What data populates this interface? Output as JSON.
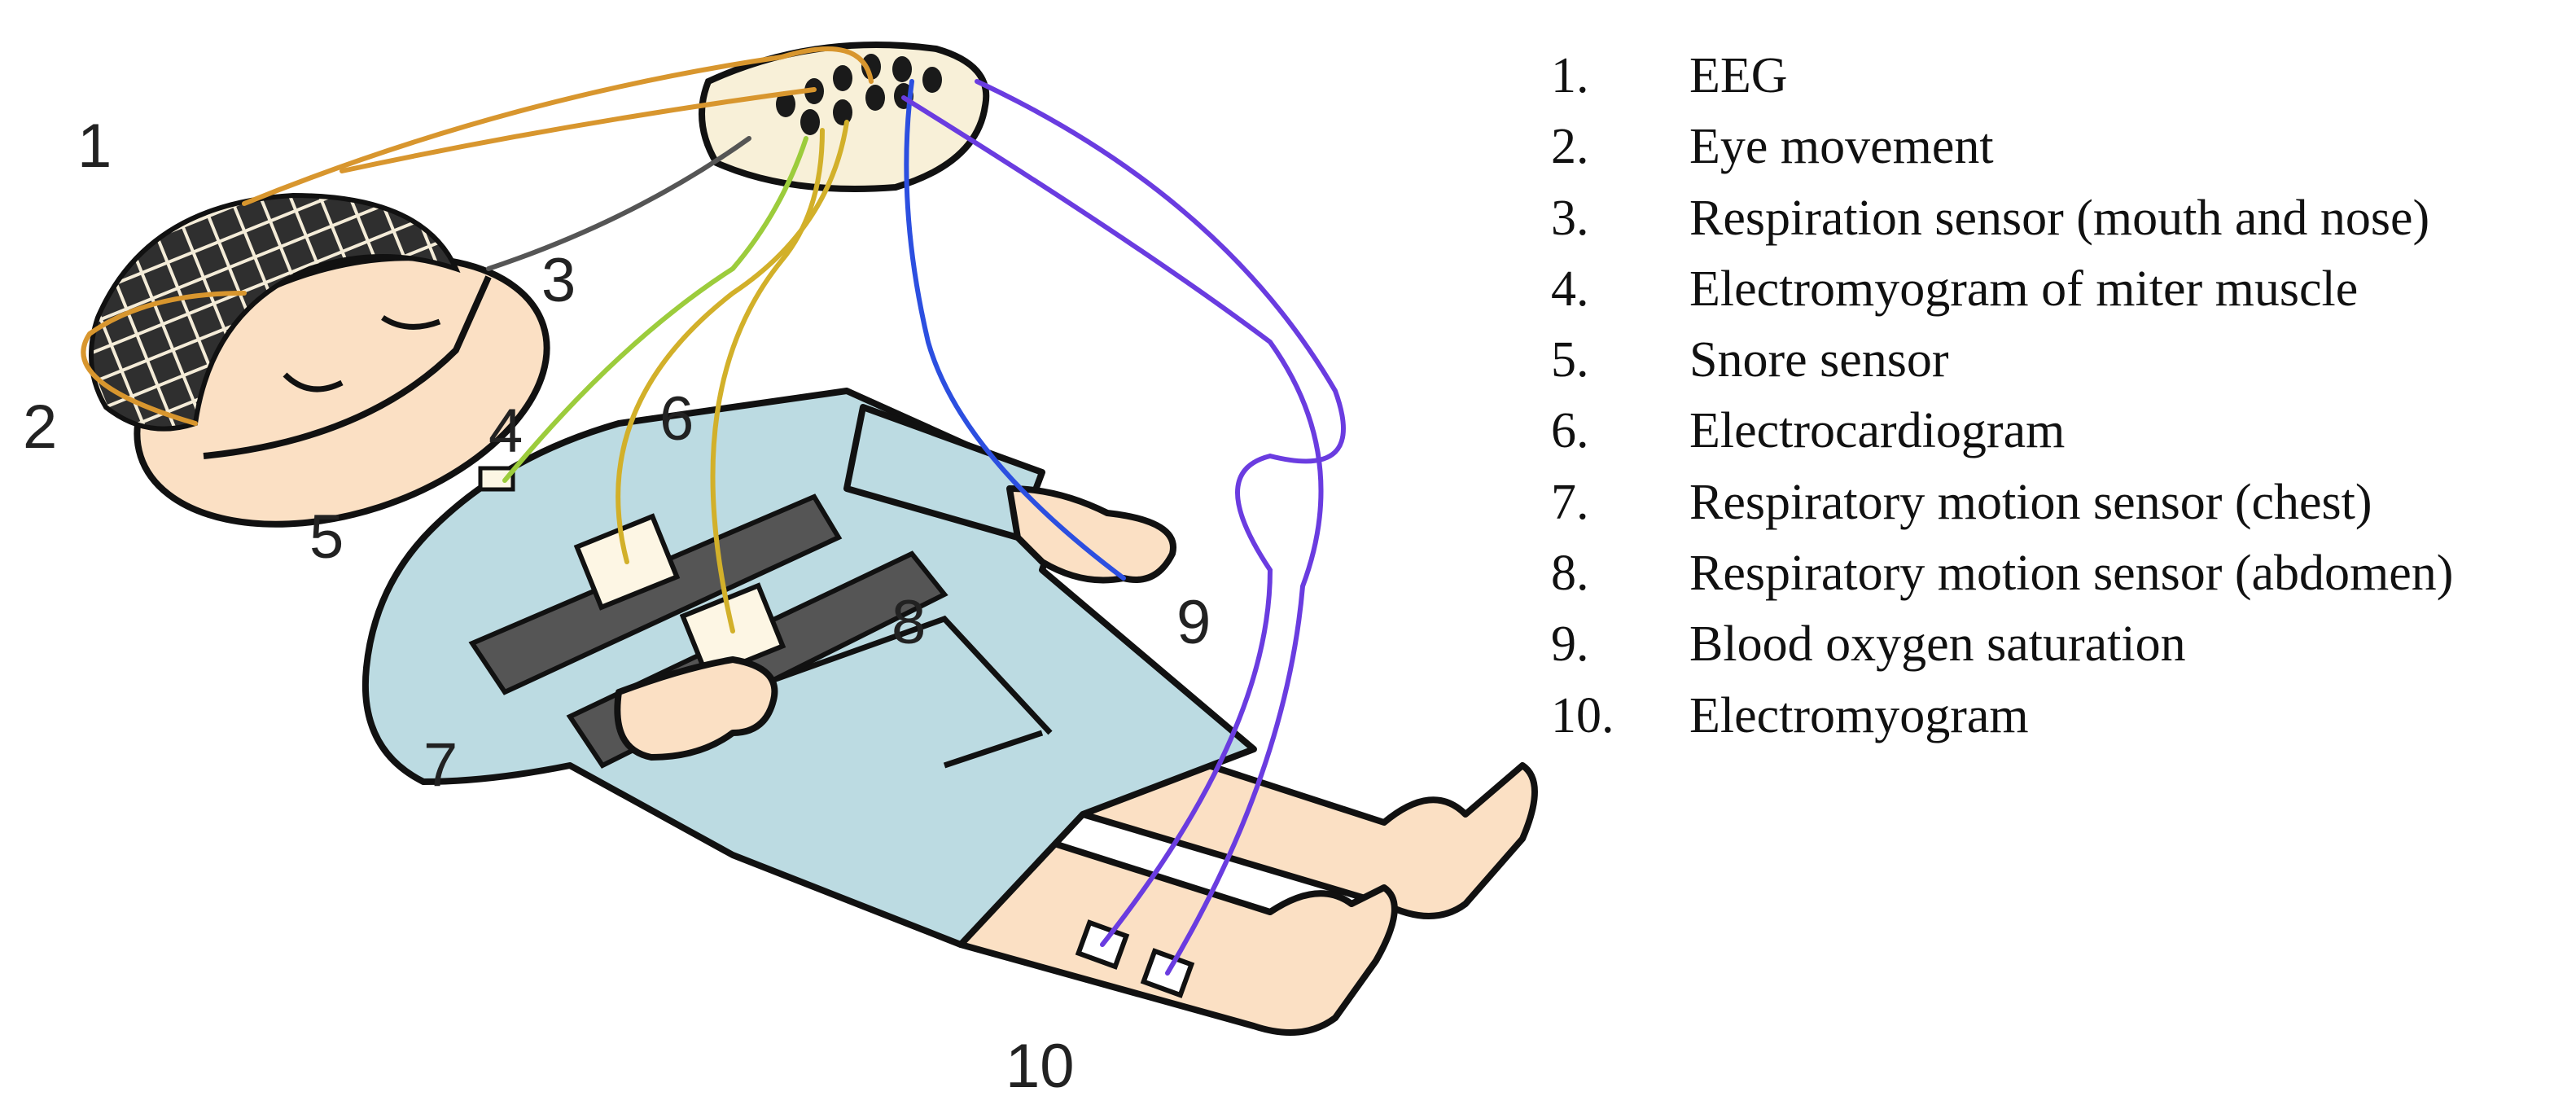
{
  "figure": {
    "callouts": {
      "eeg": "1",
      "eye_movement": "2",
      "respiration_sensor": "3",
      "miter_emg": "4",
      "snore_sensor": "5",
      "ecg": "6",
      "chest_motion": "7",
      "abdomen_motion": "8",
      "spo2": "9",
      "leg_emg": "10"
    }
  },
  "legend": {
    "items": [
      {
        "num": "1.",
        "text": "EEG"
      },
      {
        "num": "2.",
        "text": "Eye movement"
      },
      {
        "num": "3.",
        "text": "Respiration sensor (mouth and nose)"
      },
      {
        "num": "4.",
        "text": "Electromyogram of miter muscle"
      },
      {
        "num": "5.",
        "text": "Snore sensor"
      },
      {
        "num": "6.",
        "text": "Electrocardiogram"
      },
      {
        "num": "7.",
        "text": "Respiratory motion sensor (chest)"
      },
      {
        "num": "8.",
        "text": "Respiratory motion sensor (abdomen)"
      },
      {
        "num": "9.",
        "text": "Blood oxygen saturation"
      },
      {
        "num": "10.",
        "text": "Electromyogram"
      }
    ]
  },
  "colors": {
    "skin": "#fbe0c4",
    "gown": "#bcdbe2",
    "belt": "#555555",
    "eeg_wire": "#d8962e",
    "mid_wire_yellow": "#d2b02a",
    "mid_wire_green": "#9ccc3c",
    "purple_wire": "#6a3ce0",
    "blue_wire": "#2c4fe0",
    "outline": "#111111"
  }
}
